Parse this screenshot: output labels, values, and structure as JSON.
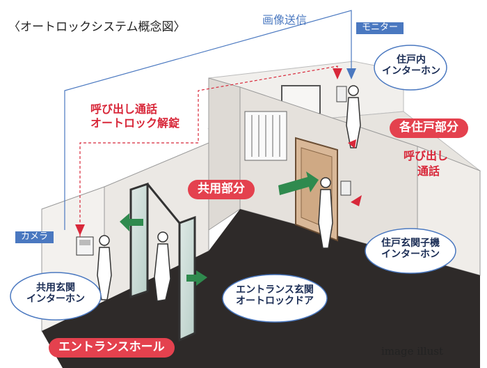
{
  "title": "〈オートロックシステム概念図〉",
  "labels": {
    "image_transmission": "画像送信",
    "monitor": "モニター",
    "camera": "カメラ",
    "call_autolock_line1": "呼び出し通話",
    "call_autolock_line2": "オートロック解錠",
    "call_line1": "呼び出し",
    "call_line2": "通話"
  },
  "areas": {
    "unit_section": "各住戸部分",
    "common_section": "共用部分",
    "entrance_hall": "エントランスホール"
  },
  "devices": {
    "unit_intercom_line1": "住戸内",
    "unit_intercom_line2": "インターホン",
    "door_intercom_line1": "住戸玄関子機",
    "door_intercom_line2": "インターホン",
    "common_intercom_line1": "共用玄関",
    "common_intercom_line2": "インターホン",
    "autolock_door_line1": "エントランス玄関",
    "autolock_door_line2": "オートロックドア"
  },
  "footer": "image illust",
  "colors": {
    "accent_red": "#e4414e",
    "signal_red": "#d8283a",
    "signal_blue": "#4a78c0",
    "arrow_green": "#2f8a4e",
    "floor_dark": "#2e2a29",
    "bubble_text": "#1b2d55"
  }
}
